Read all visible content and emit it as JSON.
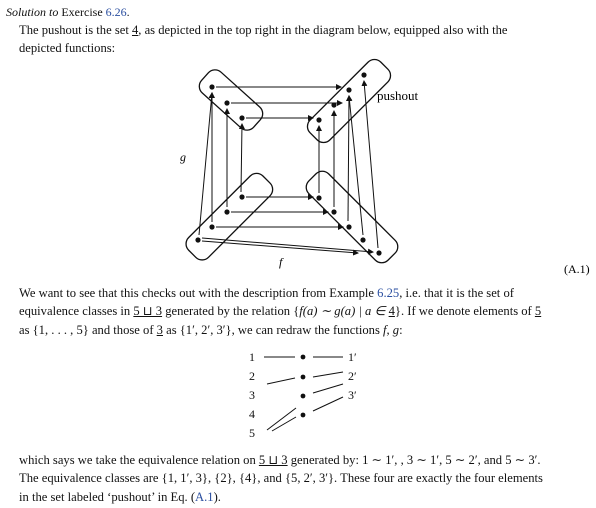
{
  "heading": {
    "label": "Solution to",
    "exercise": "Exercise",
    "exercise_ref": "6.26",
    "period": "."
  },
  "intro": {
    "line1_a": "The pushout is the set ",
    "line1_set": "4",
    "line1_b": ", as depicted in the top right in the diagram below, equipped also with the",
    "line2": "depicted functions:"
  },
  "diagram": {
    "pushout_label": "pushout",
    "g_label": "g",
    "f_label": "f",
    "equation_tag": "(A.1)"
  },
  "para2": {
    "l1_a": "We want to see that this checks out with the description from Example ",
    "l1_ref": "6.25",
    "l1_b": ", i.e. that it is the set of",
    "l2_a": "equivalence classes in ",
    "l2_set": "5 ⊔ 3",
    "l2_b": " generated by the relation {",
    "l2_rel": "f(a) ∼ g(a) | a ∈ ",
    "l2_set2": "4",
    "l2_c": "}. If we denote elements of ",
    "l2_set3": "5",
    "l3_a": "as {1, . . . , 5} and those of ",
    "l3_set": "3",
    "l3_b": " as {1′, 2′, 3′}, we can redraw the functions ",
    "l3_fg": "f, g",
    "l3_c": ":"
  },
  "redraw": {
    "left_labels": [
      "1",
      "2",
      "3",
      "4",
      "5"
    ],
    "right_labels": [
      "1′",
      "2′",
      "3′"
    ]
  },
  "para3": {
    "l1_a": "which says we take the equivalence relation on ",
    "l1_set": "5 ⊔ 3",
    "l1_b": " generated by: 1 ∼ 1′, , 3 ∼ 1′, 5 ∼ 2′, and 5 ∼ 3′.",
    "l2": "The equivalence classes are {1, 1′, 3}, {2}, {4}, and {5, 2′, 3′}. These four are exactly the four elements",
    "l3_a": "in the set labeled ‘pushout’ in Eq. (",
    "l3_ref": "A.1",
    "l3_b": ")."
  }
}
